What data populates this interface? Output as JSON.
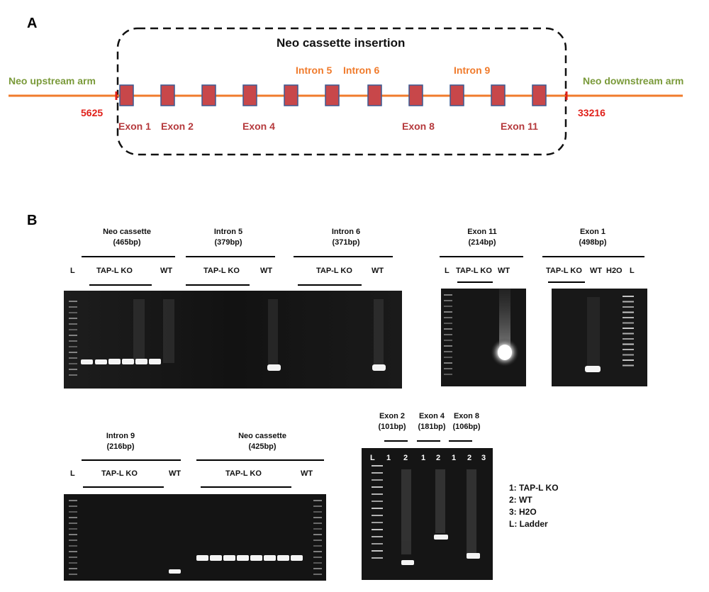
{
  "panels": {
    "a": "A",
    "b": "B"
  },
  "diagram": {
    "title": "Neo cassette insertion",
    "upstream_arm": "Neo upstream arm",
    "downstream_arm": "Neo downstream arm",
    "start_coord": "5625",
    "end_coord": "33216",
    "exons": [
      "Exon 1",
      "Exon 2",
      "Exon 4",
      "Exon 8",
      "Exon 11"
    ],
    "introns": [
      "Intron 5",
      "Intron 6",
      "Intron 9"
    ],
    "exon_count": 11,
    "colors": {
      "line": "#f07b2c",
      "exon_fill": "#c8474a",
      "exon_stroke": "#3b5a92",
      "arm": "#7a9a3a",
      "coord": "#e0201a"
    }
  },
  "gels": {
    "g1": {
      "groups": [
        {
          "title": "Neo cassette",
          "size": "(465bp)"
        },
        {
          "title": "Intron 5",
          "size": "(379bp)"
        },
        {
          "title": "Intron 6",
          "size": "(371bp)"
        }
      ],
      "lanes": {
        "ladder": "L",
        "ko": "TAP-L KO",
        "wt": "WT"
      }
    },
    "g2": {
      "title": "Exon 11",
      "size": "(214bp)",
      "lanes": {
        "ladder": "L",
        "ko": "TAP-L KO",
        "wt": "WT"
      }
    },
    "g3": {
      "title": "Exon 1",
      "size": "(498bp)",
      "lanes": {
        "ko": "TAP-L KO",
        "wt": "WT",
        "water": "H2O",
        "ladder": "L"
      }
    },
    "g4": {
      "groups": [
        {
          "title": "Intron 9",
          "size": "(216bp)"
        },
        {
          "title": "Neo cassette",
          "size": "(425bp)"
        }
      ],
      "lanes": {
        "ladder": "L",
        "ko": "TAP-L KO",
        "wt": "WT"
      }
    },
    "g5": {
      "groups": [
        {
          "title": "Exon 2",
          "size": "(101bp)"
        },
        {
          "title": "Exon 4",
          "size": "(181bp)"
        },
        {
          "title": "Exon 8",
          "size": "(106bp)"
        }
      ],
      "lanes": [
        "L",
        "1",
        "2",
        "1",
        "2",
        "1",
        "2",
        "3"
      ]
    }
  },
  "key": [
    "1: TAP-L KO",
    "2: WT",
    "3: H2O",
    "L: Ladder"
  ]
}
